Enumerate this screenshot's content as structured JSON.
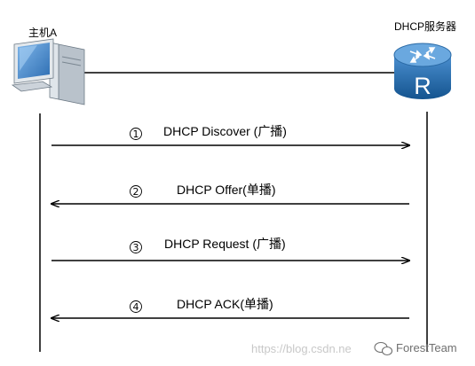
{
  "host": {
    "label": "主机A",
    "icon": "desktop-computer-icon"
  },
  "server": {
    "label": "DHCP服务器",
    "icon": "router-icon",
    "icon_letter": "R"
  },
  "messages": [
    {
      "number": "1",
      "text": "DHCP Discover (广播)",
      "direction": "host-to-server"
    },
    {
      "number": "2",
      "text": "DHCP Offer(单播)",
      "direction": "server-to-host"
    },
    {
      "number": "3",
      "text": "DHCP Request (广播)",
      "direction": "host-to-server"
    },
    {
      "number": "4",
      "text": "DHCP ACK(单播)",
      "direction": "server-to-host"
    }
  ],
  "watermark": {
    "url": "https://blog.csdn.ne",
    "brand": "ForestTeam",
    "icon": "wechat-icon"
  },
  "colors": {
    "router_body": "#1f6fb5",
    "router_top": "#5fa2da",
    "computer_screen": "#4a8fd4",
    "computer_body": "#cfd6dd"
  }
}
